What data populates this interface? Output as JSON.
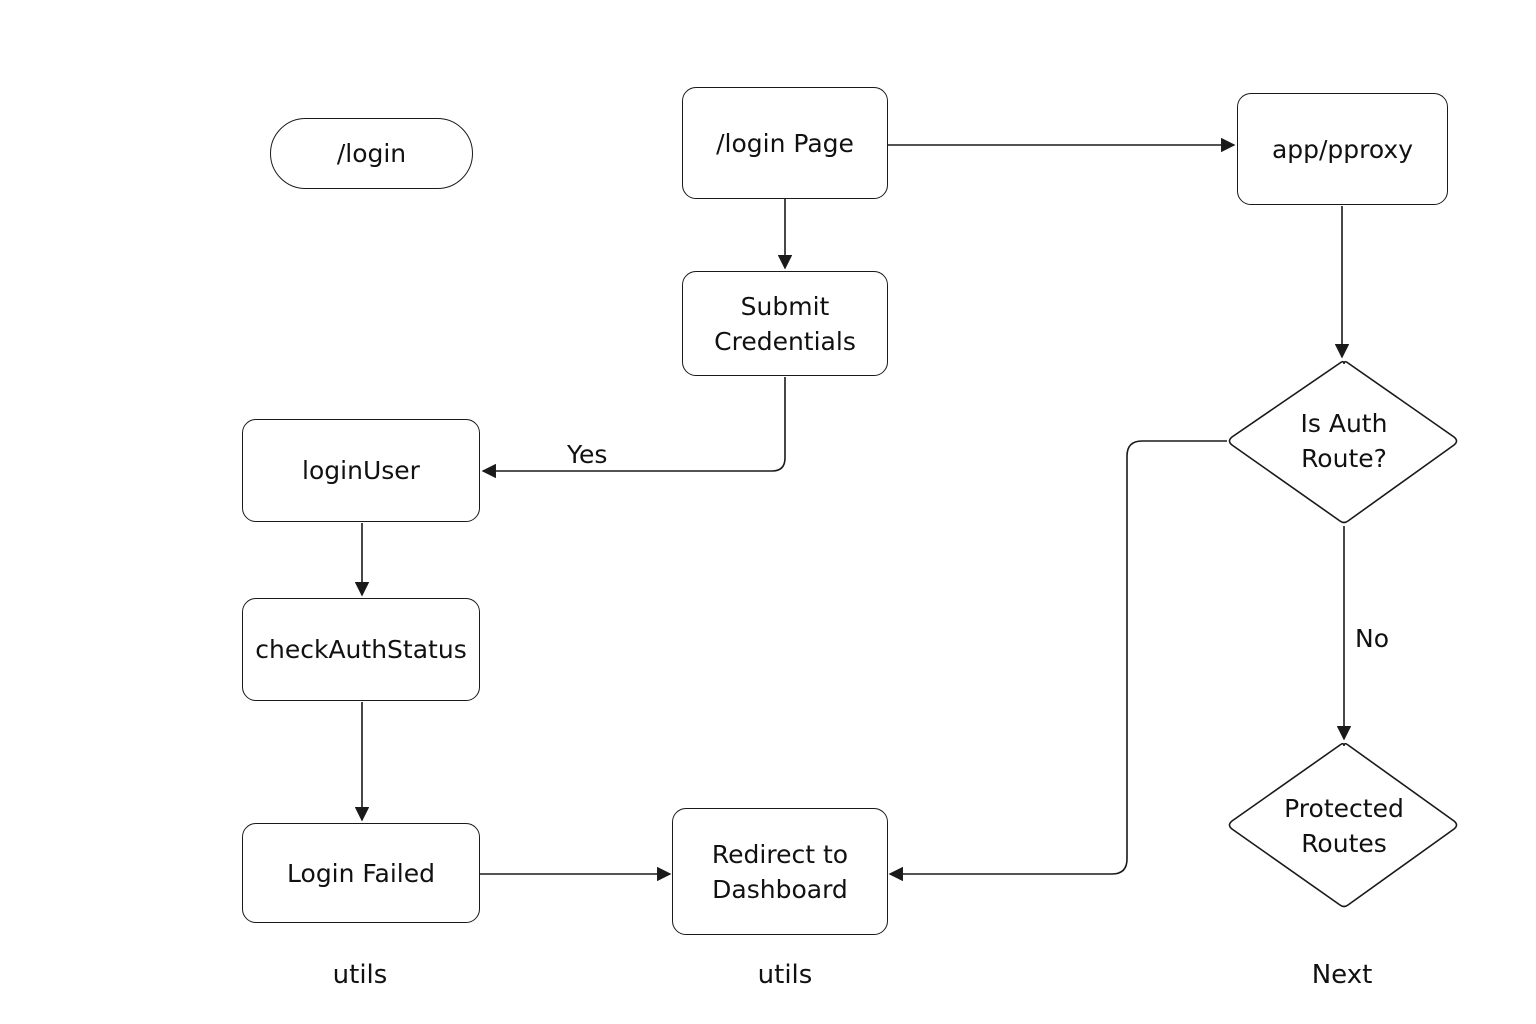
{
  "nodes": {
    "login_route": "/login",
    "login_page": "/login Page",
    "app_proxy": "app/pproxy",
    "submit_credentials": "Submit\nCredentials",
    "login_user": "loginUser",
    "check_auth_status": "checkAuthStatus",
    "login_failed": "Login Failed",
    "redirect_dashboard": "Redirect to\nDashboard",
    "is_auth_route": "Is Auth\nRoute?",
    "protected_routes": "Protected\nRoutes"
  },
  "edge_labels": {
    "yes": "Yes",
    "no": "No"
  },
  "footer": {
    "left": "utils",
    "middle": "utils",
    "right": "Next"
  },
  "colors": {
    "stroke": "#1a1a1a",
    "background": "#ffffff",
    "text": "#111111"
  }
}
